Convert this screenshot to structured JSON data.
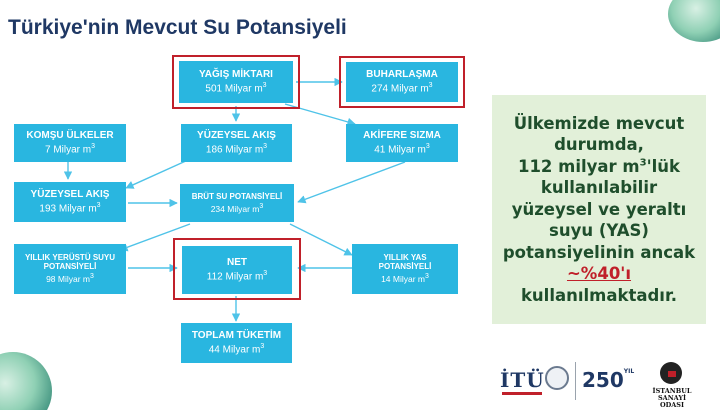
{
  "title": "Türkiye'nin Mevcut Su Potansiyeli",
  "unit_prefix": "Milyar m",
  "unit_exp": "3",
  "nodes": {
    "yagis": {
      "label": "YAĞIŞ MİKTARI",
      "value": "501"
    },
    "buhar": {
      "label": "BUHARLAŞMA",
      "value": "274"
    },
    "yuzeysel_akis_center": {
      "label": "YÜZEYSEL AKIŞ",
      "value": "186"
    },
    "akifere": {
      "label": "AKİFERE SIZMA",
      "value": "41"
    },
    "komsu": {
      "label": "KOMŞU ÜLKELER",
      "value": "7"
    },
    "yuzeysel_akis_left": {
      "label": "YÜZEYSEL AKIŞ",
      "value": "193"
    },
    "brut": {
      "label": "BRÜT SU POTANSİYELİ",
      "value": "234"
    },
    "yerustu": {
      "label_line1": "YILLIK YERÜSTÜ SUYU",
      "label_line2": "POTANSİYELİ",
      "value": "98"
    },
    "net": {
      "label": "NET",
      "value": "112"
    },
    "yas": {
      "label_line1": "YILLIK YAS",
      "label_line2": "POTANSİYELİ",
      "value": "14"
    },
    "toplam": {
      "label": "TOPLAM TÜKETİM",
      "value": "44"
    }
  },
  "info": {
    "line1": "Ülkemizde mevcut",
    "line2": "durumda,",
    "line3a": "112 milyar m",
    "line3_sup": "3",
    "line3b": "'lük",
    "line4": "kullanılabilir",
    "line5": "yüzeysel ve yeraltı",
    "line6": "suyu (YAS)",
    "line7": "potansiyelinin ancak",
    "highlight": "~%40'ı",
    "line9": "kullanılmaktadır."
  },
  "logos": {
    "itu": "İTÜ",
    "itu_250": "250",
    "itu_250_suffix": "YIL",
    "iso_line1": "İSTANBUL",
    "iso_line2": "SANAYİ ODASI"
  },
  "colors": {
    "box": "#29b6e0",
    "frame": "#c0202a",
    "arrow": "#4fc3e8",
    "title": "#1f3864",
    "info_bg": "#e2f0d9",
    "info_text": "#1f4e2c",
    "highlight": "#c0202a"
  }
}
